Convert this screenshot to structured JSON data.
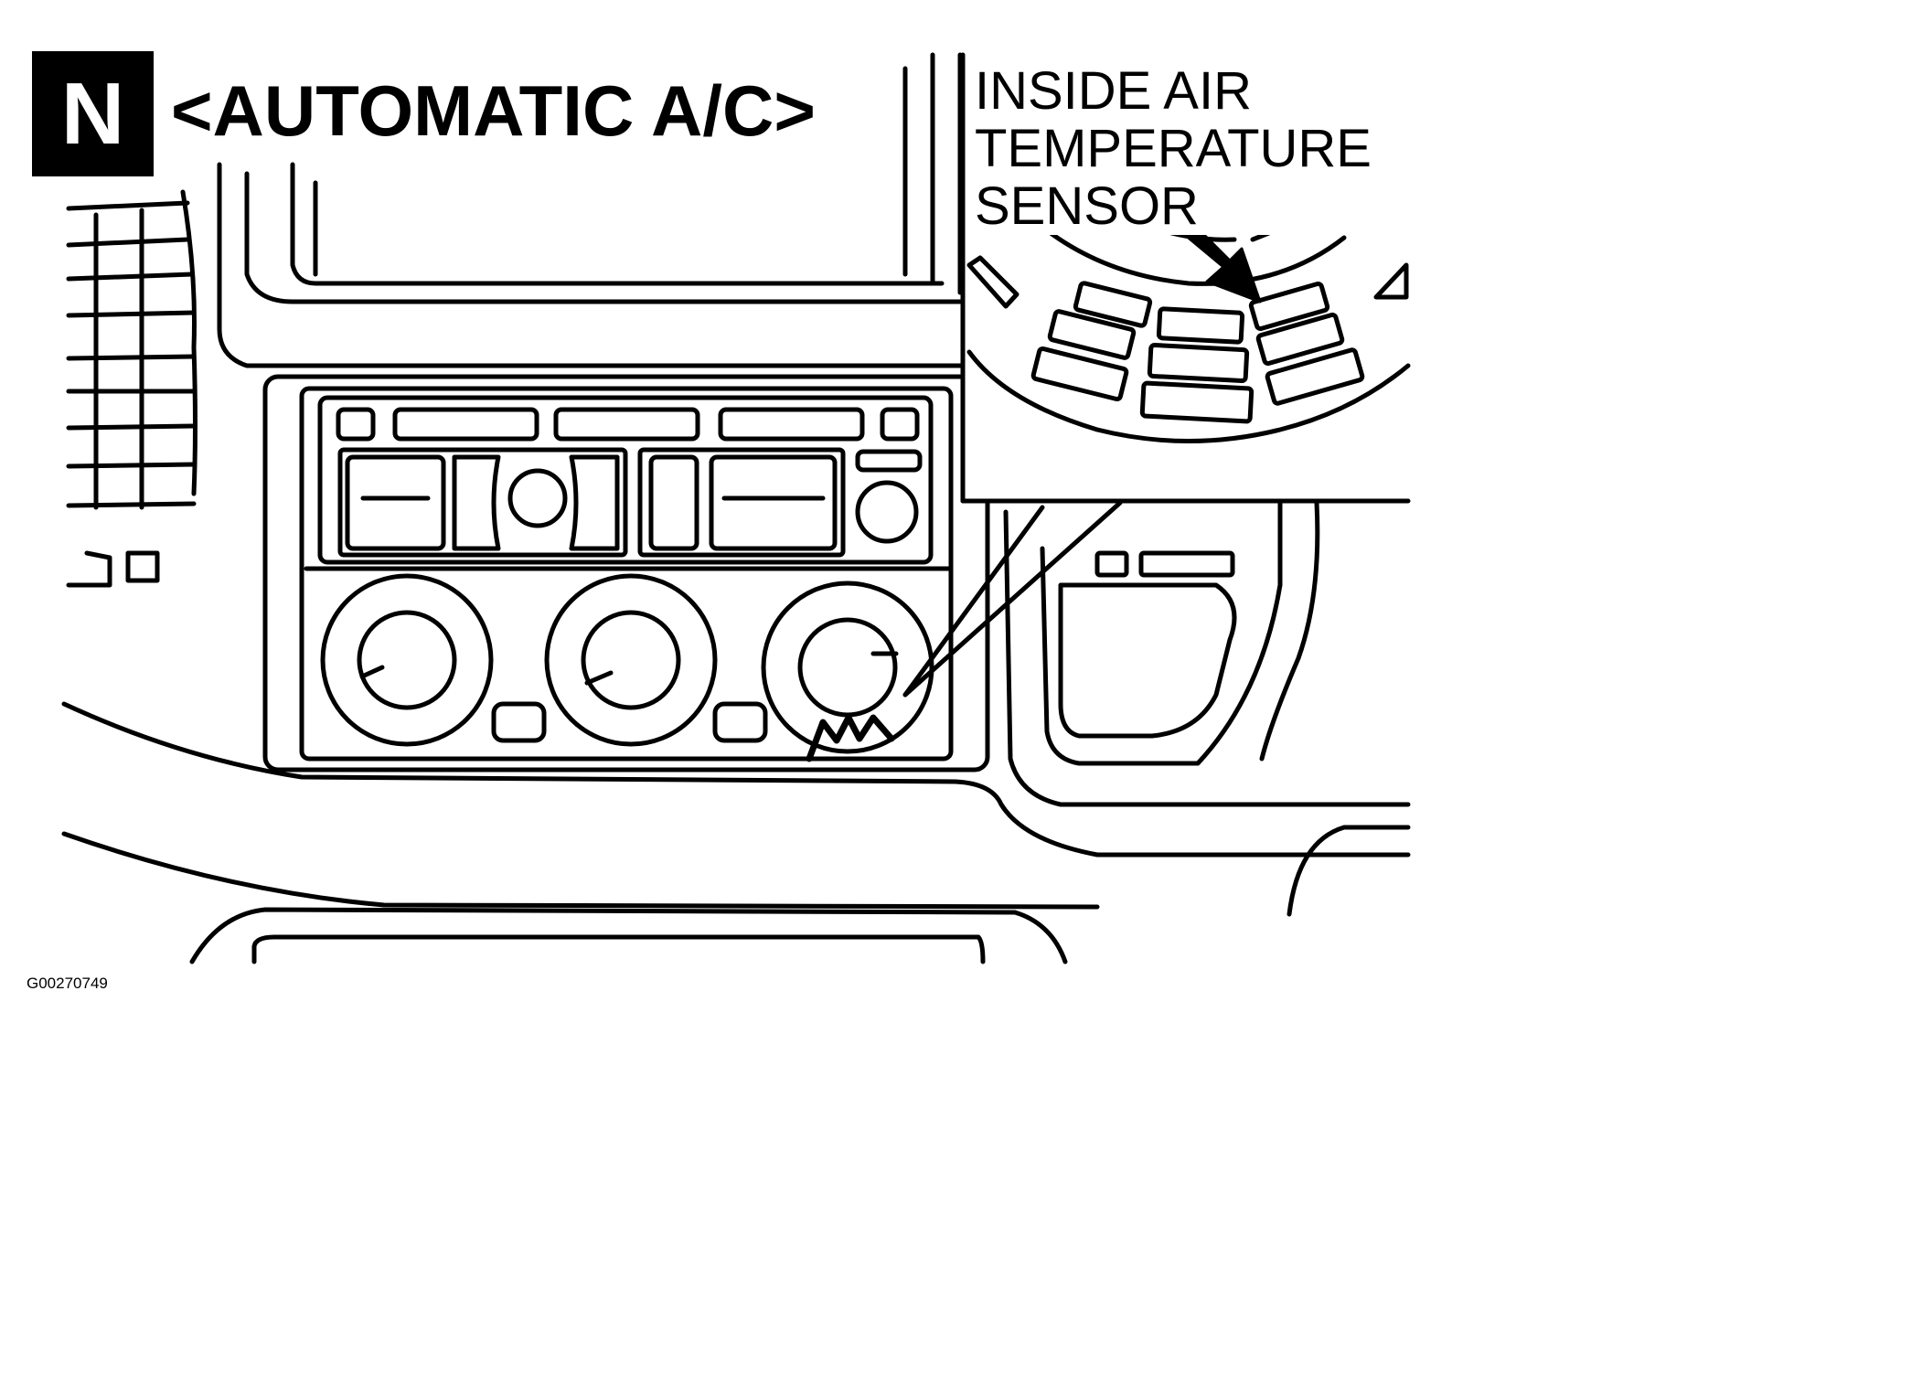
{
  "diagram": {
    "section_letter": "N",
    "title": "<AUTOMATIC A/C>",
    "callout_lines": [
      "INSIDE AIR",
      "TEMPERATURE",
      "SENSOR"
    ],
    "figure_id": "G00270749"
  },
  "colors": {
    "ink": "#000000",
    "paper": "#ffffff"
  }
}
